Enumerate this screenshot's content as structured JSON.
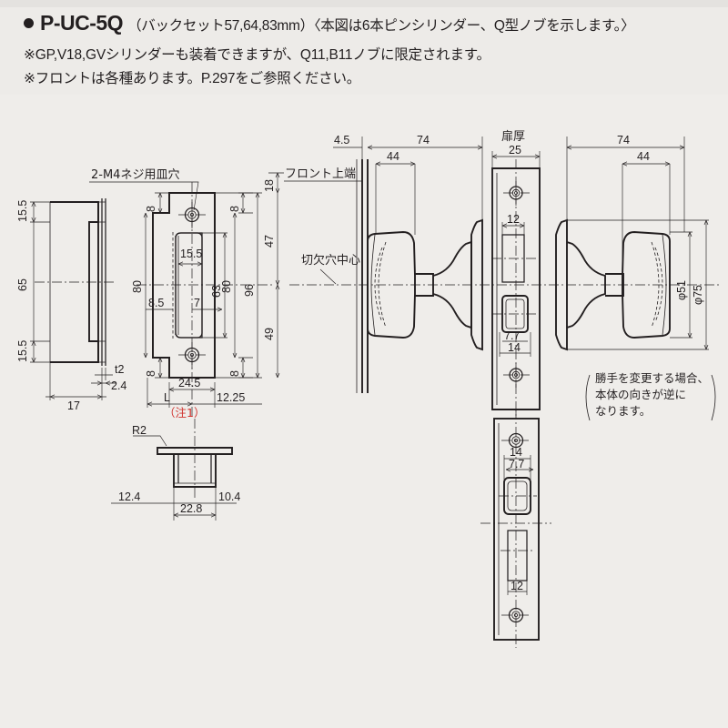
{
  "header": {
    "bullet": "●",
    "product_code": "P-UC-5Q",
    "title_suffix": "（バックセット57,64,83mm）〈本図は6本ピンシリンダー、Q型ノブを示します。〉",
    "note_1": "※GP,V18,GVシリンダーも装着できますが、Q11,B11ノブに限定されます。",
    "note_2": "※フロントは各種あります。P.297をご参照ください。"
  },
  "labels": {
    "screw_hole": "2-M4ネジ用皿穴",
    "front_top_edge": "フロント上端",
    "cutout_center": "切欠穴中心",
    "door_thickness": "扉厚",
    "note_mark_1": "（注1）",
    "reverse_note_l1": "勝手を変更する場合、",
    "reverse_note_l2": "本体の向きが逆に",
    "reverse_note_l3": "なります。",
    "radius_r2": "R2"
  },
  "dims": {
    "side_view": {
      "top_seg": "15.5",
      "mid_seg": "65",
      "bottom_seg": "15.5",
      "thickness_t": "t2",
      "thickness_val": "2.4",
      "depth": "17"
    },
    "strike_plate": {
      "top_edge_8": "8",
      "bottom_edge_8": "8",
      "right_top_8": "8",
      "right_bottom_8": "8",
      "slot_width": "15.5",
      "height_80_left": "80",
      "height_63": "63",
      "height_80_right": "80",
      "height_96": "96",
      "offset_85": "8.5",
      "offset_7": "7",
      "width_245": "24.5",
      "label_L": "L",
      "width_1225": "12.25",
      "seg_18": "18",
      "seg_47": "47",
      "seg_49": "49"
    },
    "latch_detail": {
      "r2": "R2",
      "left_124": "12.4",
      "right_104": "10.4",
      "total_228": "22.8"
    },
    "assembly": {
      "front_proj": "4.5",
      "left_74": "74",
      "left_44": "44",
      "door_25": "25",
      "right_74": "74",
      "right_44": "44",
      "knob_inner": "φ51",
      "knob_outer": "φ75",
      "latch_12": "12",
      "latch_77": "7.7",
      "latch_14": "14"
    },
    "front_plate": {
      "hole_14": "14",
      "hole_77": "7.7",
      "hole_12": "12"
    }
  },
  "colors": {
    "background": "#efedea",
    "header_band": "#e4e2df",
    "ink": "#231f20",
    "accent_red": "#d0322e"
  }
}
